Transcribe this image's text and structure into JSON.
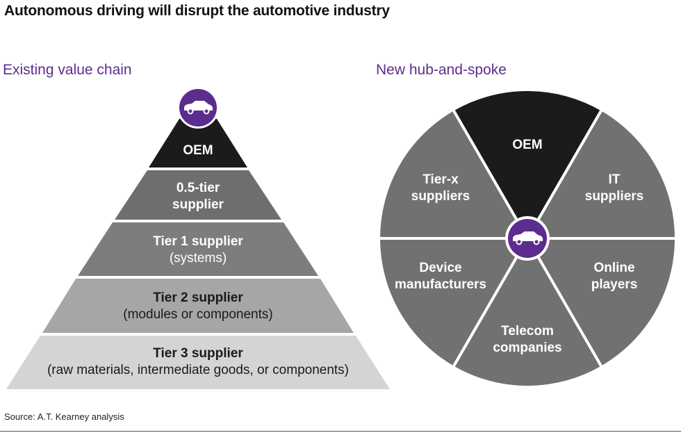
{
  "title": "Autonomous driving will disrupt the automotive industry",
  "left": {
    "heading": "Existing value chain",
    "tiers": [
      {
        "name": "OEM",
        "sub": ""
      },
      {
        "name": "0.5-tier",
        "name2": "supplier",
        "sub": ""
      },
      {
        "name": "Tier 1 supplier",
        "sub": "(systems)"
      },
      {
        "name": "Tier 2 supplier",
        "sub": "(modules or components)"
      },
      {
        "name": "Tier 3 supplier",
        "sub": "(raw materials, intermediate goods, or components)"
      }
    ]
  },
  "right": {
    "heading": "New hub-and-spoke",
    "segments": [
      {
        "line1": "OEM",
        "line2": ""
      },
      {
        "line1": "IT",
        "line2": "suppliers"
      },
      {
        "line1": "Online",
        "line2": "players"
      },
      {
        "line1": "Telecom",
        "line2": "companies"
      },
      {
        "line1": "Device",
        "line2": "manufacturers"
      },
      {
        "line1": "Tier-x",
        "line2": "suppliers"
      }
    ]
  },
  "source": "Source: A.T. Kearney analysis",
  "colors": {
    "accent": "#5b2d8e",
    "oem": "#1b1b1b",
    "tier05": "#6e6e6e",
    "tier1": "#7d7d7d",
    "tier2": "#a6a6a6",
    "tier3": "#d4d4d4",
    "segment": "#717171"
  },
  "icons": {
    "hub": "car-icon"
  }
}
